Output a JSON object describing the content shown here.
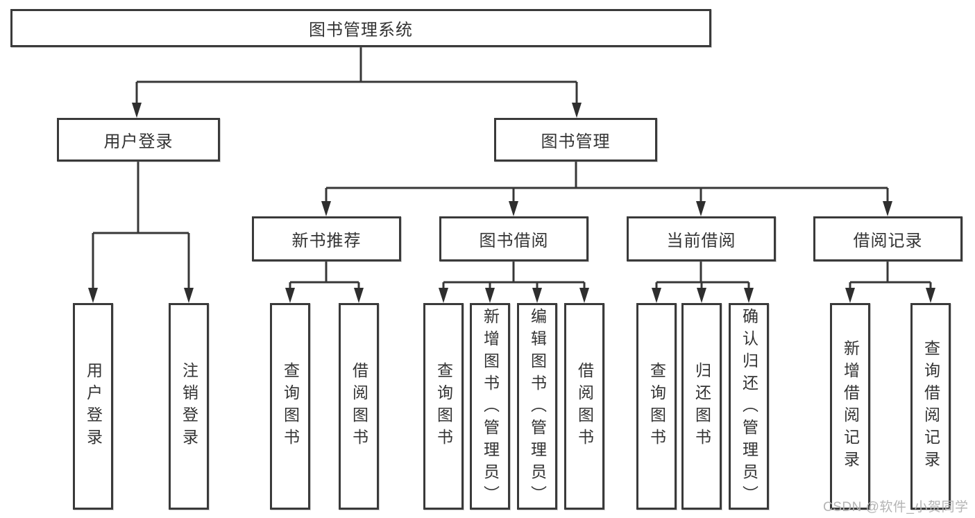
{
  "tree": {
    "root": {
      "label": "图书管理系统"
    },
    "branches": [
      {
        "label": "用户登录",
        "leaves": [
          {
            "label": "用户登录"
          },
          {
            "label": "注销登录"
          }
        ]
      },
      {
        "label": "图书管理",
        "groups": [
          {
            "label": "新书推荐",
            "leaves": [
              {
                "label": "查询图书"
              },
              {
                "label": "借阅图书"
              }
            ]
          },
          {
            "label": "图书借阅",
            "leaves": [
              {
                "label": "查询图书"
              },
              {
                "label": "新增图书（管理员）"
              },
              {
                "label": "编辑图书（管理员）"
              },
              {
                "label": "借阅图书"
              }
            ]
          },
          {
            "label": "当前借阅",
            "leaves": [
              {
                "label": "查询图书"
              },
              {
                "label": "归还图书"
              },
              {
                "label": "确认归还（管理员）"
              }
            ]
          },
          {
            "label": "借阅记录",
            "leaves": [
              {
                "label": "新增借阅记录"
              },
              {
                "label": "查询借阅记录"
              }
            ]
          }
        ]
      }
    ]
  },
  "watermark": {
    "text": "CSDN @软件_小贺同学"
  },
  "colors": {
    "line": "#373737",
    "box_border": "#3a3a3a",
    "text": "#333333",
    "watermark": "#b4b4b4",
    "background": "#ffffff"
  }
}
